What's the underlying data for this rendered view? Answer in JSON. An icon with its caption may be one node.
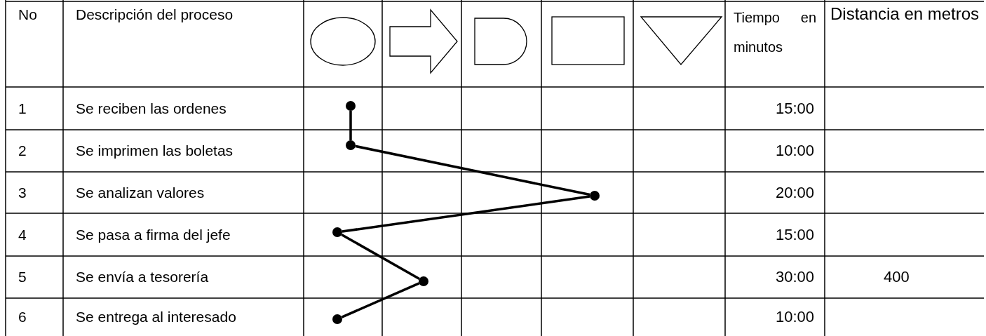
{
  "diagram": {
    "nodes": [
      {
        "text": [],
        "shape": "circle"
      },
      {
        "text": [],
        "shape": "circle"
      },
      {
        "text": [],
        "shape": "circle"
      },
      {
        "text": [],
        "shape": "circle"
      },
      {
        "text": [],
        "shape": "circle"
      },
      {
        "text": [],
        "shape": "circle"
      }
    ],
    "edges": [
      {
        "from": 0,
        "to": 1,
        "arrow": "none"
      },
      {
        "from": 1,
        "to": 2,
        "arrow": "none"
      },
      {
        "from": 2,
        "to": 3,
        "arrow": "none"
      },
      {
        "from": 3,
        "to": 4,
        "arrow": "none"
      },
      {
        "from": 4,
        "to": 5,
        "arrow": "none"
      }
    ],
    "labels": [
      "No",
      "Descripción del proceso",
      "Tiempo en minutos",
      "Distancia en metros",
      "1",
      "Se reciben las ordenes",
      "15:00",
      "2",
      "Se imprimen las boletas",
      "10:00",
      "3",
      "Se analizan valores",
      "20:00",
      "4",
      "Se pasa a firma del jefe",
      "15:00",
      "5",
      "Se envía a tesorería",
      "30:00",
      "400",
      "6",
      "Se entrega al interesado",
      "10:00"
    ]
  }
}
